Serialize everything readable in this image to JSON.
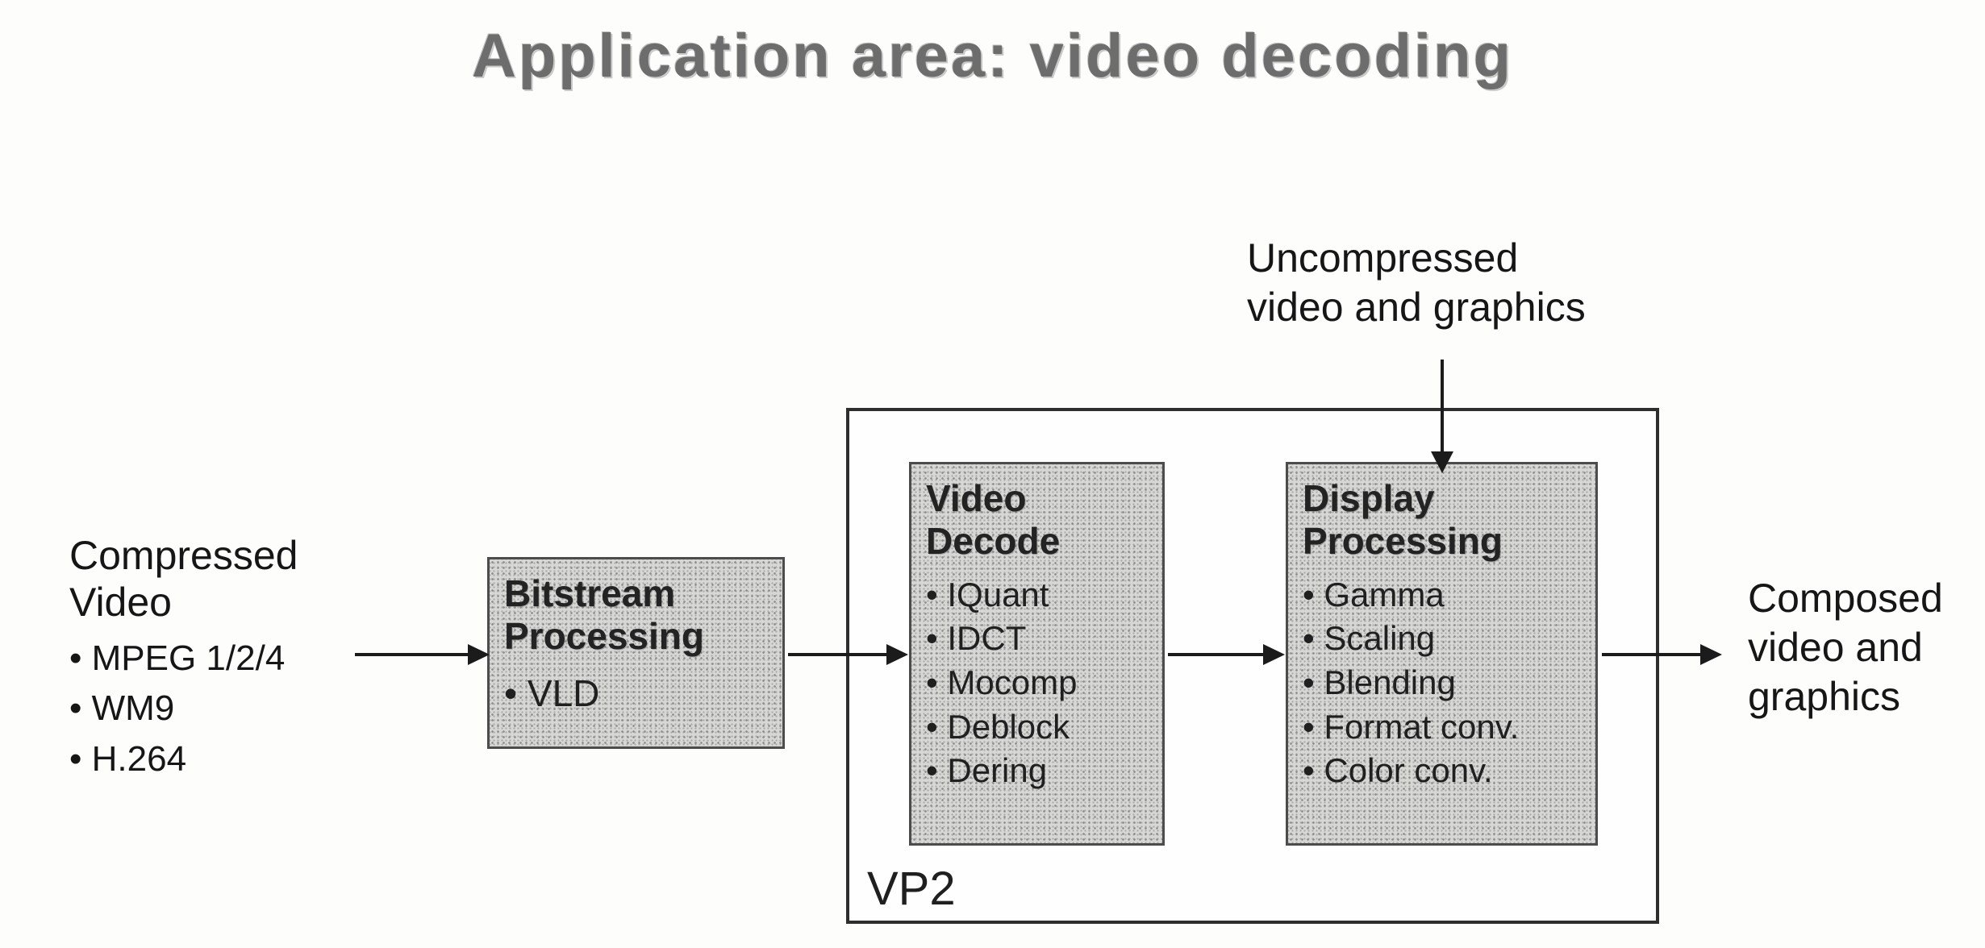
{
  "title": "Application area: video decoding",
  "left_input": {
    "label": "Compressed Video",
    "items": [
      "• MPEG 1/2/4",
      "• WM9",
      "• H.264"
    ]
  },
  "top_input": {
    "label": "Uncompressed video and graphics"
  },
  "right_output": {
    "label": "Composed video and graphics"
  },
  "bitstream": {
    "title": "Bitstream Processing",
    "items": [
      "• VLD"
    ]
  },
  "vp2": {
    "label": "VP2"
  },
  "video_decode": {
    "title": "Video Decode",
    "items": [
      "• IQuant",
      "• IDCT",
      "• Mocomp",
      "• Deblock",
      "• Dering"
    ]
  },
  "display_processing": {
    "title": "Display Processing",
    "items": [
      "• Gamma",
      "• Scaling",
      "• Blending",
      "• Format conv.",
      "• Color conv."
    ]
  }
}
